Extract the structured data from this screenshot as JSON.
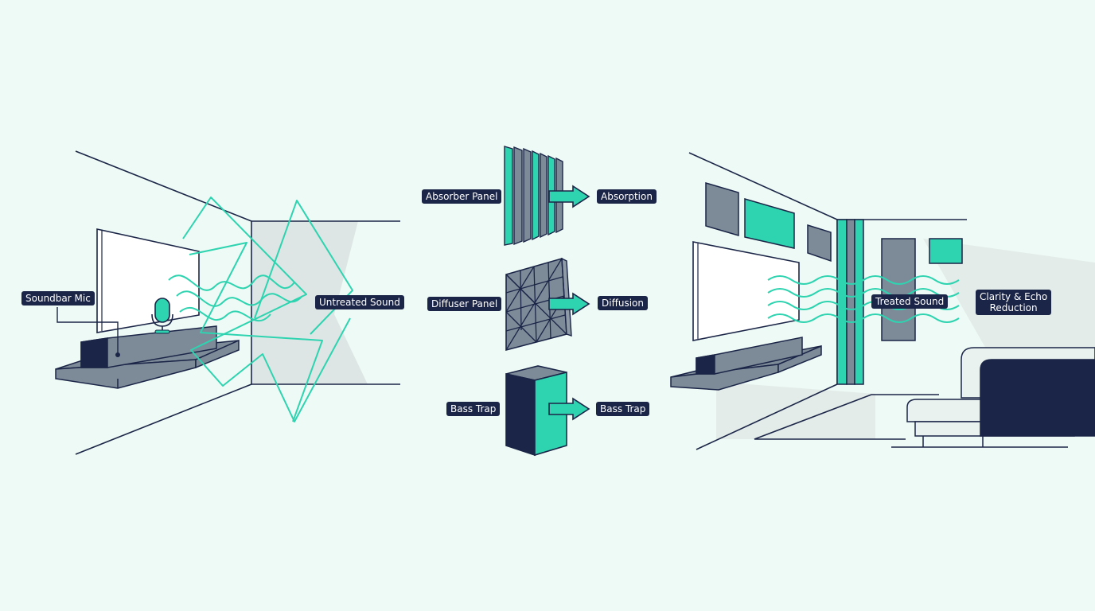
{
  "colors": {
    "background": "#eefaf5",
    "navy": "#1b2547",
    "teal": "#2ed3b0",
    "gray": "#7d8b99",
    "light_gray": "#dde6e4",
    "line": "#1b2547"
  },
  "left_room": {
    "soundbar_label": "Soundbar Mic",
    "sound_label": "Untreated Sound",
    "icons": [
      "microphone-icon"
    ]
  },
  "treatments": [
    {
      "item": "Absorber Panel",
      "effect": "Absorption"
    },
    {
      "item": "Diffuser Panel",
      "effect": "Diffusion"
    },
    {
      "item": "Bass Trap",
      "effect": "Bass Trap"
    }
  ],
  "right_room": {
    "sound_label": "Treated Sound",
    "result_label_lines": [
      "Clarity & Echo",
      "Reduction"
    ]
  }
}
